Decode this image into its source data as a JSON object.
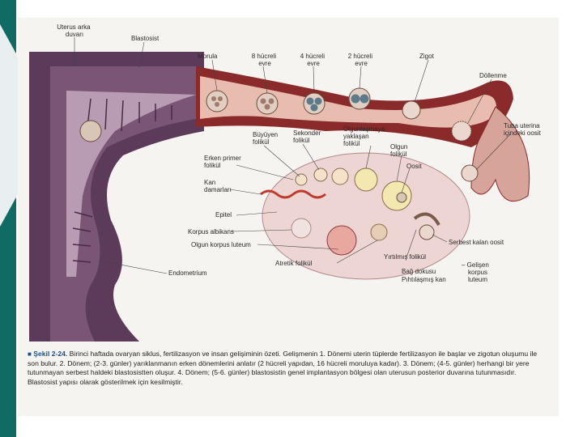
{
  "colors": {
    "slide_accent": "#0f6b63",
    "panel_background": "#f6f4f0",
    "uterus_wall": "#5c3a5a",
    "endometrium": "#7a5576",
    "tube_wall": "#8b2a2a",
    "tube_fill": "#e8bcae",
    "ovary": "#ecd5d2",
    "blood_vessel": "#c0392b",
    "caption_label": "#1f4f8a"
  },
  "labels": {
    "uterus_back_wall": [
      "Uterus arka",
      "duvarı"
    ],
    "blastocyst": "Blastosist",
    "morula": "Morula",
    "cell8": [
      "8 hücreli",
      "evre"
    ],
    "cell4": [
      "4 hücreli",
      "evre"
    ],
    "cell2": [
      "2 hücreli",
      "evre"
    ],
    "zygote": "Zigot",
    "fertilization": "Döllenme",
    "growing_follicle": [
      "Büyüyen",
      "folikül"
    ],
    "secondary_follicle": [
      "Sekonder",
      "folikül"
    ],
    "maturing_follicle": [
      "Olgunlaşmaya",
      "yaklaşan",
      "folikül"
    ],
    "mature_follicle": [
      "Olgun",
      "folikül"
    ],
    "oocyte": "Oosit",
    "tube_oocyte": [
      "Tuba uterina",
      "içindeki oosit"
    ],
    "early_primary_follicle": [
      "Erken primer",
      "folikül"
    ],
    "blood_vessels": [
      "Kan",
      "damarları"
    ],
    "epithelium": "Epitel",
    "corpus_albicans": "Korpus albikans",
    "mature_corpus_luteum": "Olgun korpus luteum",
    "atretic_follicle": "Atretik folikül",
    "ruptured_follicle": "Yırtılmış folikül",
    "released_oocyte": "Serbest kalan oosit",
    "connective_tissue": "Bağ dokusu",
    "clotted_blood": "Pıhtılaşmış kan",
    "developing_corpus_luteum": [
      "– Gelişen",
      "korpus",
      "luteum"
    ],
    "endometrium": "Endometrium"
  },
  "caption": {
    "marker": "■",
    "label": "Şekil 2-24.",
    "text": "Birinci haftada ovaryan siklus, fertilizasyon ve insan gelişiminin özeti. Gelişmenin 1. Dönemi uterin tüplerde fertilizasyon ile başlar ve zigotun oluşumu ile son bulur. 2. Dönem; (2-3. günler) yarıklanmanın erken dönemlerini anlatır (2 hücreli yapıdan, 16 hücreli moruluya kadar). 3. Dönem; (4-5. günler) herhangi bir yere tutunmayan serbest haldeki blastosistten oluşur. 4. Dönem; (5-6. günler) blastosistin genel implantasyon bölgesi olan uterusun posterior duvarına tutunmasıdır. Blastosist yapısı olarak gösterilmek için kesilmiştir."
  }
}
